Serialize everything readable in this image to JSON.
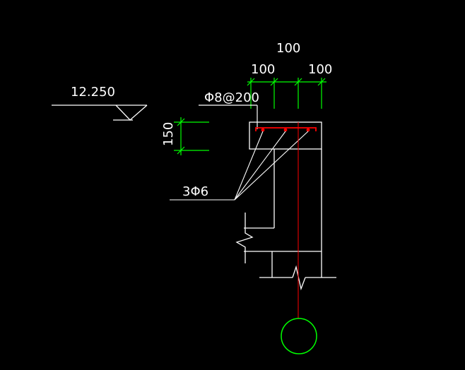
{
  "drawing": {
    "elevation_label": "12.250",
    "dim_top": "100",
    "dim_left": "100",
    "dim_right": "100",
    "dim_height": "150",
    "stirrup_label": "Φ8@200",
    "bar_label": "3Φ6"
  },
  "colors": {
    "background": "#000000",
    "line": "#ffffff",
    "dimension": "#00ff00",
    "rebar": "#ff0000",
    "axis_circle": "#00ff00"
  }
}
